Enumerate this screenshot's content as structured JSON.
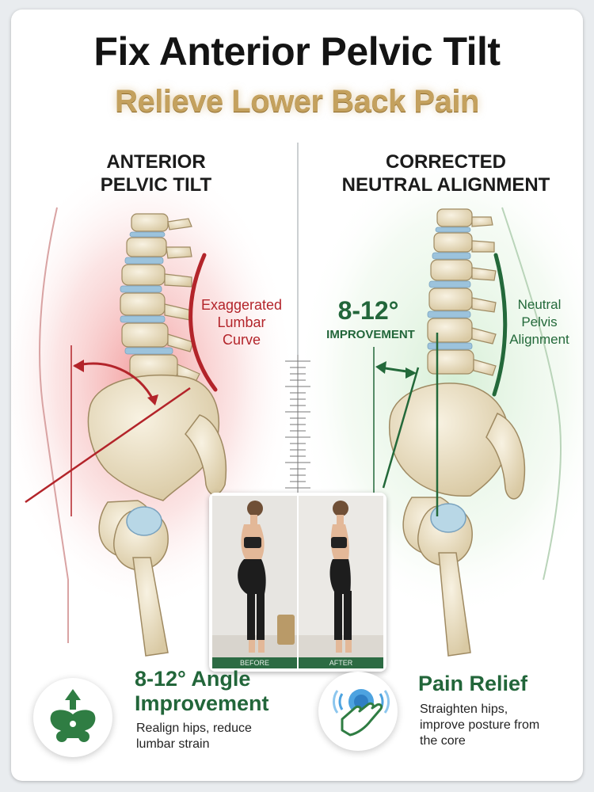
{
  "header": {
    "title": "Fix Anterior Pelvic Tilt",
    "subtitle": "Relieve Lower Back Pain"
  },
  "left_panel": {
    "heading_line1": "ANTERIOR",
    "heading_line2": "PELVIC TILT",
    "annotation_line1": "Exaggerated",
    "annotation_line2": "Lumbar",
    "annotation_line3": "Curve"
  },
  "right_panel": {
    "heading_line1": "CORRECTED",
    "heading_line2": "NEUTRAL ALIGNMENT",
    "improvement_value": "8-12°",
    "improvement_label": "IMPROVEMENT",
    "annotation_line1": "Neutral",
    "annotation_line2": "Pelvis",
    "annotation_line3": "Alignment"
  },
  "photo": {
    "before_label": "BEFORE",
    "after_label": "AFTER"
  },
  "benefits": [
    {
      "icon": "pelvis-up-arrow-icon",
      "title_line1": "8-12° Angle",
      "title_line2": "Improvement",
      "desc_line1": "Realign hips, reduce",
      "desc_line2": "lumbar strain"
    },
    {
      "icon": "hand-relief-icon",
      "title_line1": "Pain Relief",
      "desc_line1": "Straighten hips,",
      "desc_line2": "improve posture from",
      "desc_line3": "the core"
    }
  ],
  "colors": {
    "title": "#141414",
    "subtitle_gold": "#c4a15e",
    "alert_red": "#b3242a",
    "correct_green": "#23693a",
    "bone": "#efe6d0"
  }
}
